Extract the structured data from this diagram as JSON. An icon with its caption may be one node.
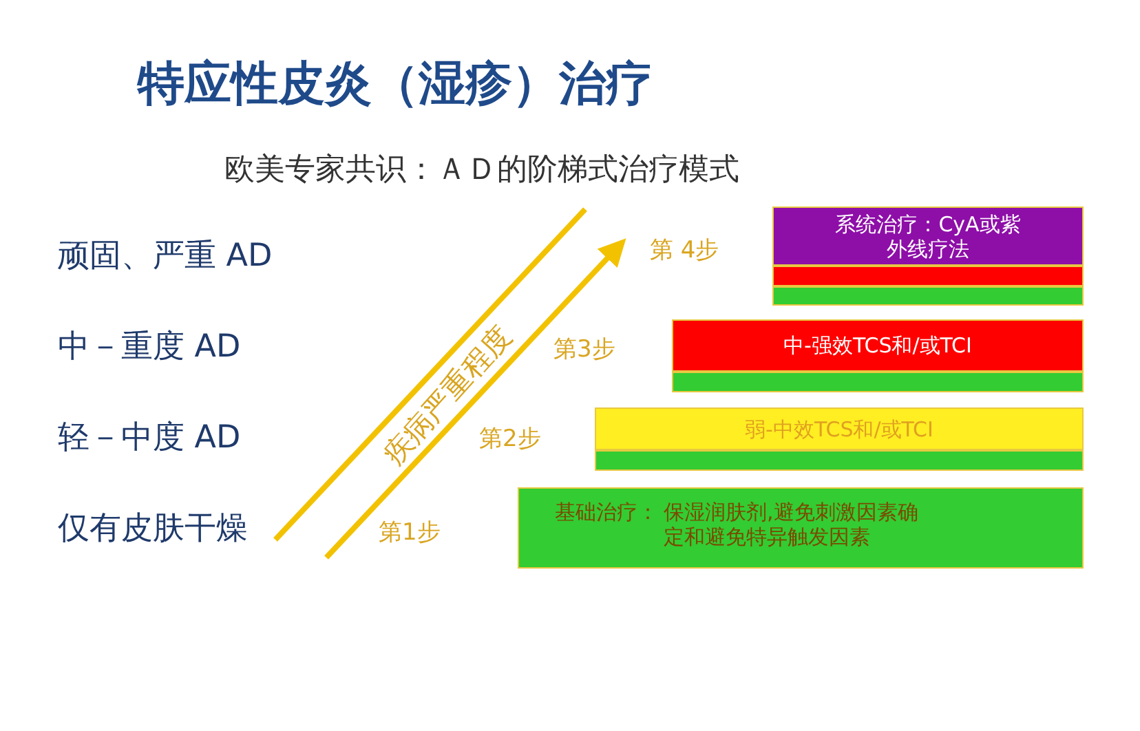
{
  "diagram": {
    "title": "特应性皮炎（湿疹）治疗",
    "nodes": [
      {
        "text": [
          "系统治疗：CyA或紫外线疗法"
        ]
      },
      {
        "text": [],
        "shape": "bar"
      },
      {
        "text": [],
        "shape": "bar"
      },
      {
        "text": [
          "中-强效TCS和/或TCI"
        ]
      },
      {
        "text": [],
        "shape": "bar"
      },
      {
        "text": [
          "弱-中效TCS和/或TCI"
        ]
      },
      {
        "text": [],
        "shape": "bar"
      },
      {
        "text": [
          "基础治疗：",
          "保湿润肤剂,避免刺激因素确定和避免特异触发因素"
        ]
      }
    ],
    "edges": [],
    "labels": [
      "欧美专家共识：ＡＤ的阶梯式治疗模式",
      "顽固、严重 AD",
      "第 4步",
      "中－重度 AD",
      "第3步",
      "轻－中度 AD",
      "第2步",
      "疾病严重程度",
      "仅有皮肤干燥",
      "第1步"
    ]
  }
}
